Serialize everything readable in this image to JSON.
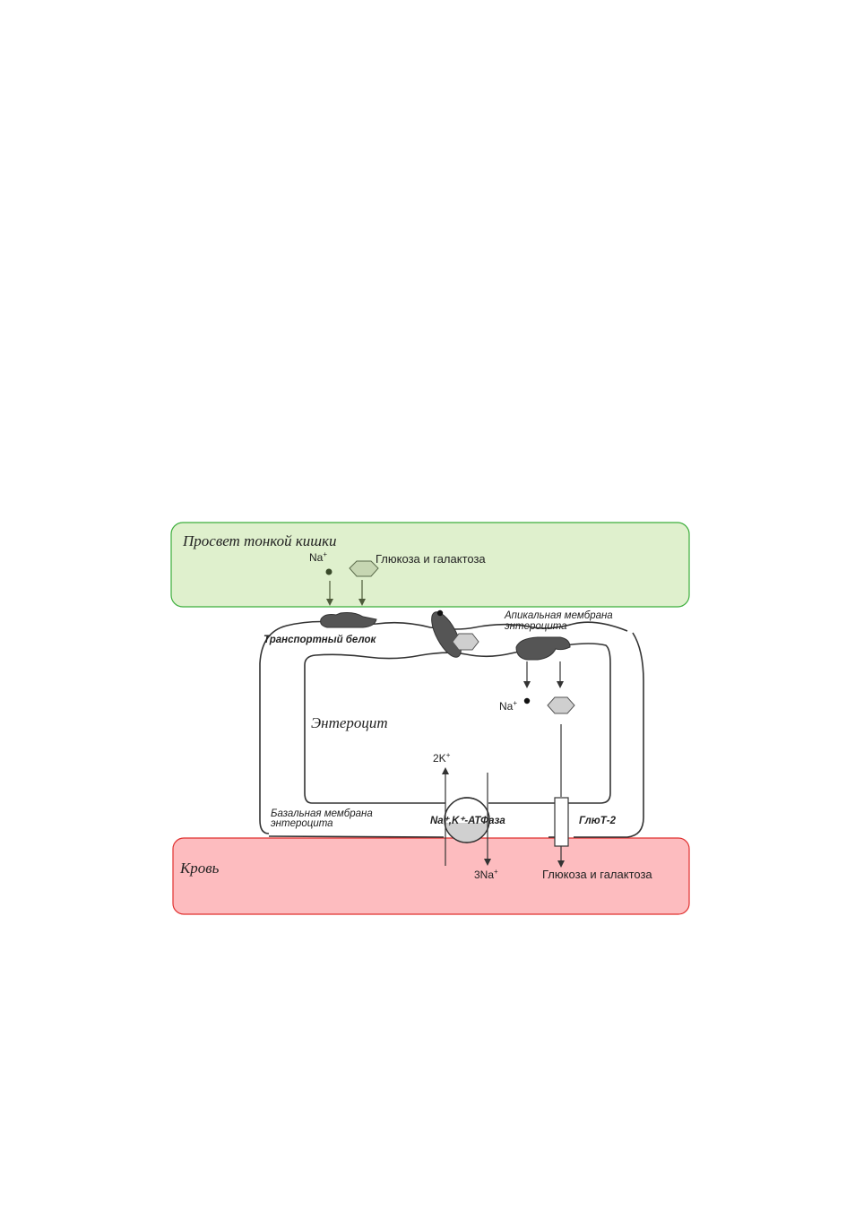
{
  "regions": {
    "lumen": {
      "label": "Просвет тонкой кишки",
      "fill": "#dff0cd",
      "stroke": "#3cae3c"
    },
    "blood": {
      "label": "Кровь",
      "fill": "#fdbcbf",
      "stroke": "#e0302f"
    }
  },
  "labels": {
    "na_top": "Na",
    "na_top_sup": "+",
    "glucose_top": "Глюкоза и галактоза",
    "transport_protein": "Транспортный белок",
    "apical_membrane_1": "Апикальная мембрана",
    "apical_membrane_2": "энтероцита",
    "na_inside": "Na",
    "na_inside_sup": "+",
    "enterocyte": "Энтероцит",
    "k_coef": "2K",
    "k_sup": "+",
    "basal_membrane_1": "Базальная мембрана",
    "basal_membrane_2": "энтероцита",
    "atpase": "Na⁺,K⁺-АТФаза",
    "glut2": "ГлюТ-2",
    "na_bottom": "3Na",
    "na_bottom_sup": "+",
    "glucose_bottom": "Глюкоза и галактоза"
  },
  "colors": {
    "line": "#333333",
    "protein": "#555555",
    "hexagon_top": "#c6d6b2",
    "hexagon_inside": "#cfcfcf",
    "arrow_green": "#4d5a3a",
    "pump_fill": "#d0d0d0"
  }
}
